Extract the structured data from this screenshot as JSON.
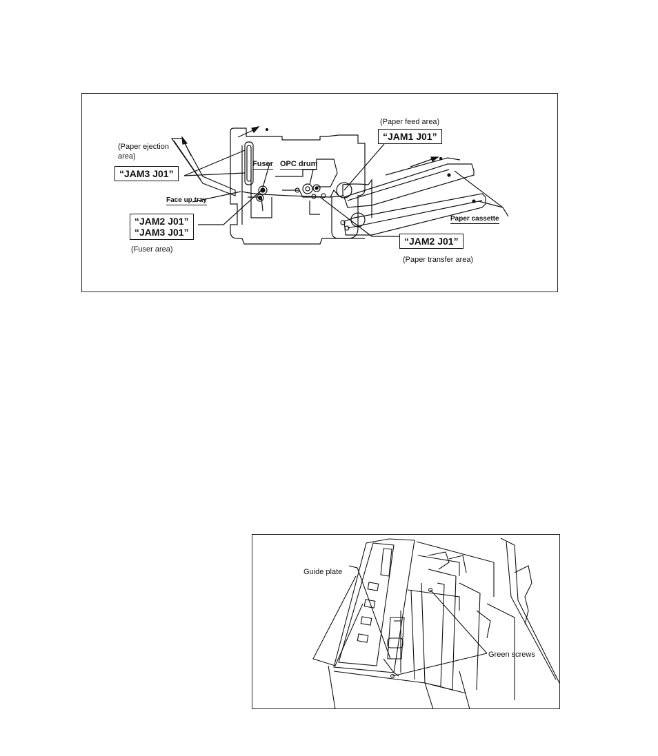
{
  "figure1": {
    "paper_feed_area": "(Paper feed area)",
    "jam1": "“JAM1 J01”",
    "paper_ejection_area_line1": "(Paper ejection",
    "paper_ejection_area_line2": "area)",
    "jam3": "“JAM3 J01”",
    "fuser": "Fuser",
    "opc_drum": "OPC drum",
    "face_up_tray": "Face up tray",
    "jam2_fuser": "“JAM2 J01”",
    "jam3_fuser": "“JAM3 J01”",
    "fuser_area": "(Fuser area)",
    "paper_cassette": "Paper cassette",
    "jam2_transfer": "“JAM2 J01”",
    "paper_transfer_area": "(Paper transfer area)"
  },
  "figure2": {
    "guide_plate": "Guide plate",
    "green_screws": "Green screws"
  }
}
